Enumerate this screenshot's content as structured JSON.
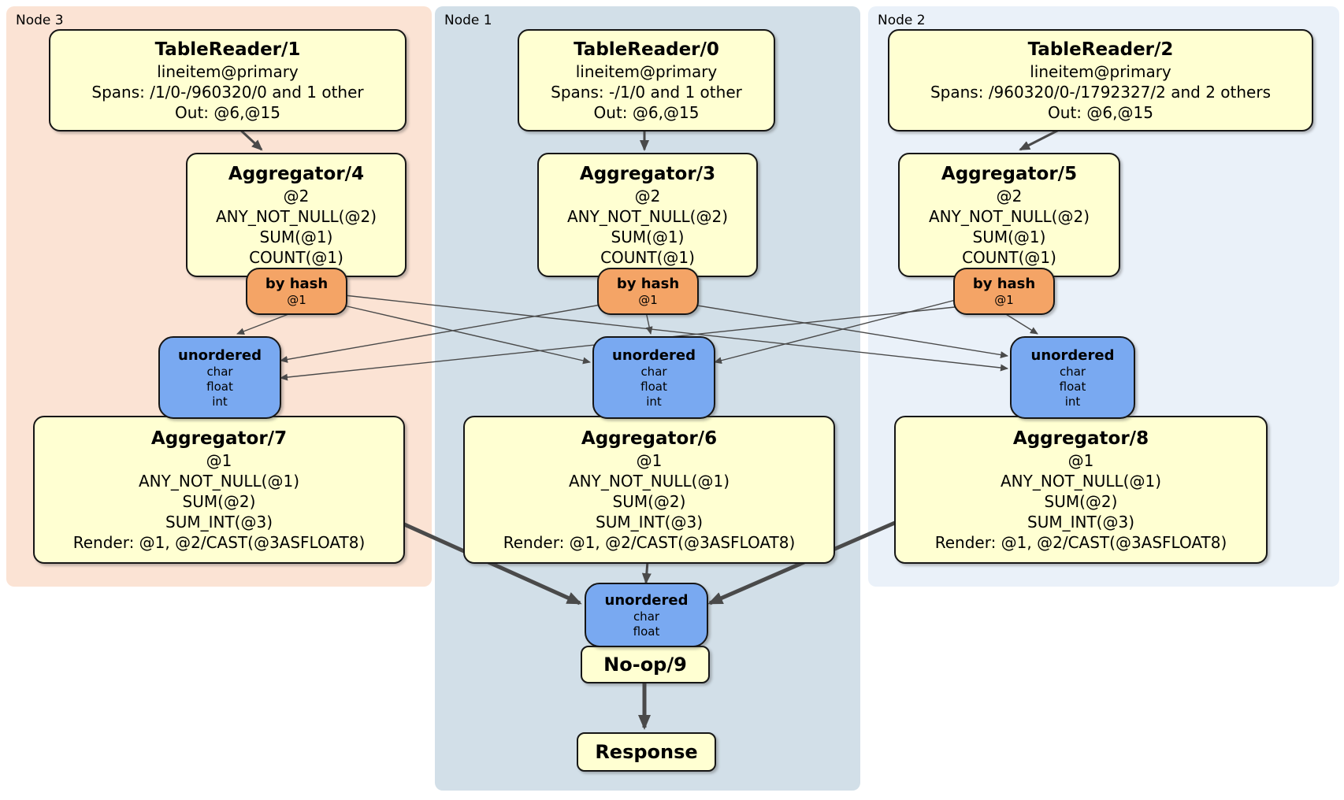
{
  "groups": [
    {
      "label": "Node 3"
    },
    {
      "label": "Node 1"
    },
    {
      "label": "Node 2"
    }
  ],
  "processors": {
    "tr1": {
      "title": "TableReader/1",
      "lines": [
        "lineitem@primary",
        "Spans: /1/0-/960320/0 and 1 other",
        "Out: @6,@15"
      ]
    },
    "tr0": {
      "title": "TableReader/0",
      "lines": [
        "lineitem@primary",
        "Spans: -/1/0 and 1 other",
        "Out: @6,@15"
      ]
    },
    "tr2": {
      "title": "TableReader/2",
      "lines": [
        "lineitem@primary",
        "Spans: /960320/0-/1792327/2 and 2 others",
        "Out: @6,@15"
      ]
    },
    "agg4": {
      "title": "Aggregator/4",
      "lines": [
        "@2",
        "ANY_NOT_NULL(@2)",
        "SUM(@1)",
        "COUNT(@1)"
      ]
    },
    "agg3": {
      "title": "Aggregator/3",
      "lines": [
        "@2",
        "ANY_NOT_NULL(@2)",
        "SUM(@1)",
        "COUNT(@1)"
      ]
    },
    "agg5": {
      "title": "Aggregator/5",
      "lines": [
        "@2",
        "ANY_NOT_NULL(@2)",
        "SUM(@1)",
        "COUNT(@1)"
      ]
    },
    "agg7": {
      "title": "Aggregator/7",
      "lines": [
        "@1",
        "ANY_NOT_NULL(@1)",
        "SUM(@2)",
        "SUM_INT(@3)",
        "Render: @1, @2/CAST(@3ASFLOAT8)"
      ]
    },
    "agg6": {
      "title": "Aggregator/6",
      "lines": [
        "@1",
        "ANY_NOT_NULL(@1)",
        "SUM(@2)",
        "SUM_INT(@3)",
        "Render: @1, @2/CAST(@3ASFLOAT8)"
      ]
    },
    "agg8": {
      "title": "Aggregator/8",
      "lines": [
        "@1",
        "ANY_NOT_NULL(@1)",
        "SUM(@2)",
        "SUM_INT(@3)",
        "Render: @1, @2/CAST(@3ASFLOAT8)"
      ]
    },
    "noop": {
      "title": "No-op/9"
    },
    "response": {
      "title": "Response"
    }
  },
  "routers": {
    "hash4": {
      "title": "by hash",
      "detail": "@1"
    },
    "hash3": {
      "title": "by hash",
      "detail": "@1"
    },
    "hash5": {
      "title": "by hash",
      "detail": "@1"
    }
  },
  "syncs": {
    "left": {
      "title": "unordered",
      "columns": [
        "char",
        "float",
        "int"
      ]
    },
    "center": {
      "title": "unordered",
      "columns": [
        "char",
        "float",
        "int"
      ]
    },
    "right": {
      "title": "unordered",
      "columns": [
        "char",
        "float",
        "int"
      ]
    },
    "final": {
      "title": "unordered",
      "columns": [
        "char",
        "float"
      ]
    }
  },
  "colors": {
    "node3_bg": "#fbe3d4",
    "node1_bg": "#d2dfe8",
    "node2_bg": "#eaf1f9",
    "processor_bg": "#ffffd2",
    "router_bg": "#f4a466",
    "sync_bg": "#79a9f1",
    "edge": "#4a4a4a"
  }
}
